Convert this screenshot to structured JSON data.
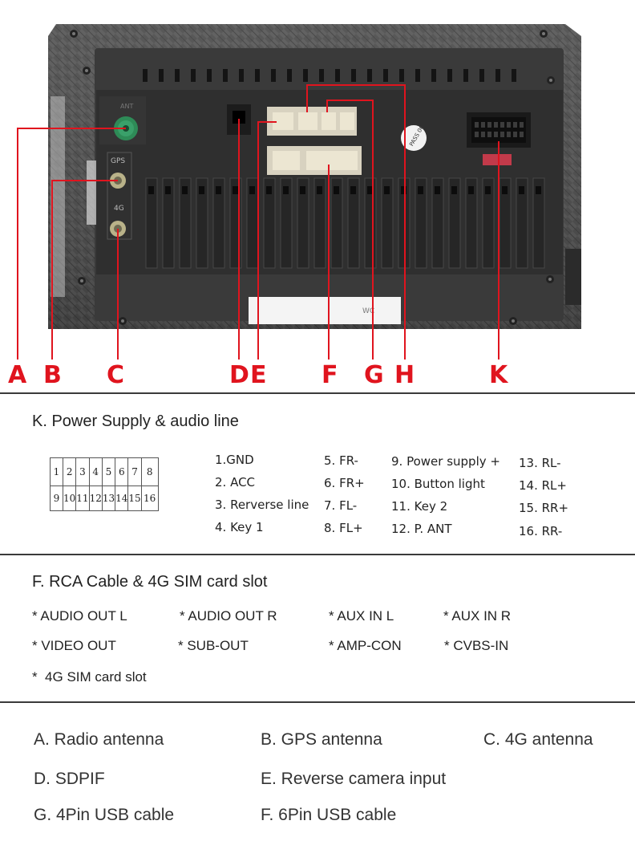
{
  "callout_letters": [
    "A",
    "B",
    "C",
    "D",
    "E",
    "F",
    "G",
    "H",
    "K"
  ],
  "device": {
    "sticker_text": "WC",
    "pass_label": "PASS 06",
    "port_labels": {
      "gps": "GPS",
      "lte": "4G",
      "ant": "ANT"
    }
  },
  "power_section": {
    "title": "K. Power Supply & audio line",
    "grid_row1": [
      "1",
      "2",
      "3",
      "4",
      "5",
      "6",
      "7",
      "8"
    ],
    "grid_row2": [
      "9",
      "10",
      "11",
      "12",
      "13",
      "14",
      "15",
      "16"
    ],
    "pins": [
      [
        "1.GND",
        "2. ACC",
        "3. Rerverse line",
        "4. Key 1"
      ],
      [
        "5. FR-",
        "6. FR+",
        "7. FL-",
        "8. FL+"
      ],
      [
        "9. Power supply +",
        "10. Button light",
        "11. Key 2",
        "12. P. ANT"
      ],
      [
        "13. RL-",
        "14. RL+",
        "15. RR+",
        "16. RR-"
      ]
    ]
  },
  "rca_section": {
    "title": "F. RCA Cable & 4G SIM card slot",
    "row1": [
      "* AUDIO OUT L",
      "* AUDIO OUT R",
      "* AUX IN L",
      "* AUX IN R"
    ],
    "row2": [
      "* VIDEO OUT",
      "* SUB-OUT",
      "* AMP-CON",
      "* CVBS-IN"
    ],
    "row3": [
      "*  4G SIM card slot"
    ]
  },
  "legend": {
    "row1": [
      "A. Radio antenna",
      "B. GPS antenna",
      "C. 4G antenna"
    ],
    "row2": [
      "D. SDPIF",
      "E. Reverse camera input"
    ],
    "row3": [
      "G. 4Pin USB cable",
      "F. 6Pin USB cable"
    ]
  },
  "colors": {
    "callout_red": "#e0141e",
    "panel_dark": "#3b3b3b",
    "rule": "#3a3a3a"
  }
}
